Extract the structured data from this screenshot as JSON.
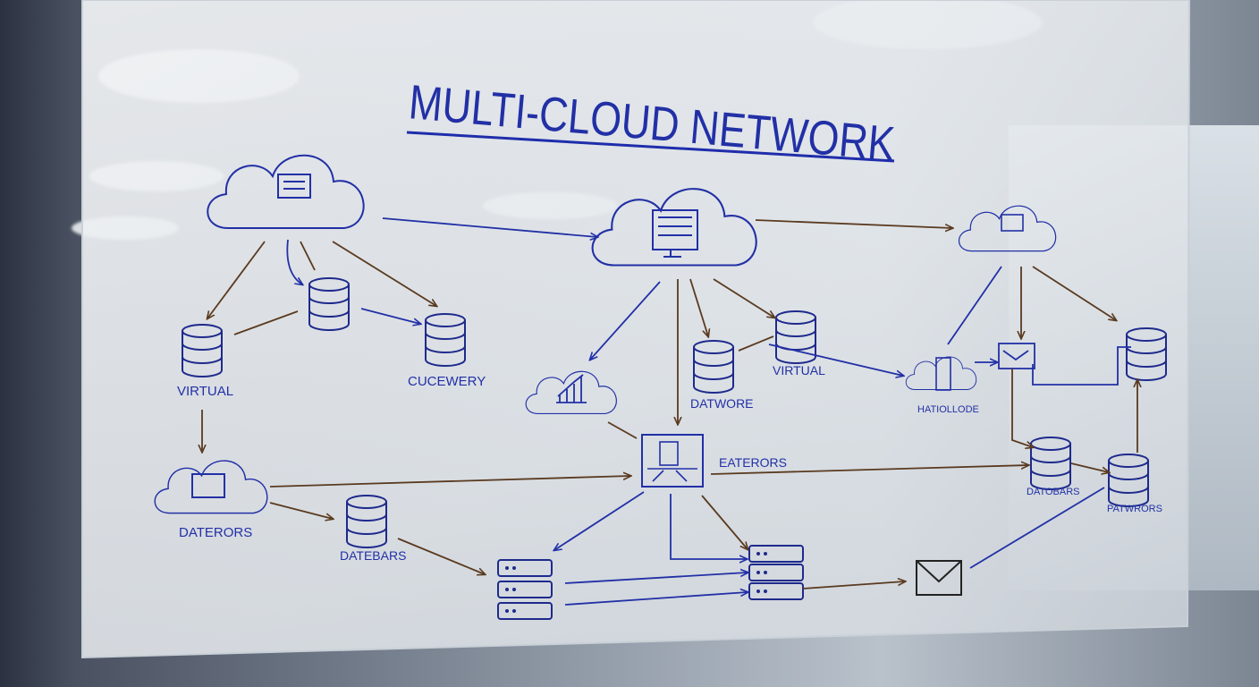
{
  "title": "MULTI-CLOUD NETWORK",
  "labels": {
    "virtual_left": "VIRTUAL",
    "cucewery": "CUCEWERY",
    "dateroris_left": "DATERORS",
    "datebars_left": "DATEBARS",
    "datwore": "DATWORE",
    "virtual_mid": "VIRTUAL",
    "eaterors": "EATERORS",
    "hatiollode": "HATIOLLODE",
    "datobars": "DATOBARS",
    "patwrors": "PATWRORS"
  },
  "colors": {
    "ink_blue": "#2230a6",
    "ink_brown": "#5a3a1f",
    "board": "#e9edf1"
  }
}
